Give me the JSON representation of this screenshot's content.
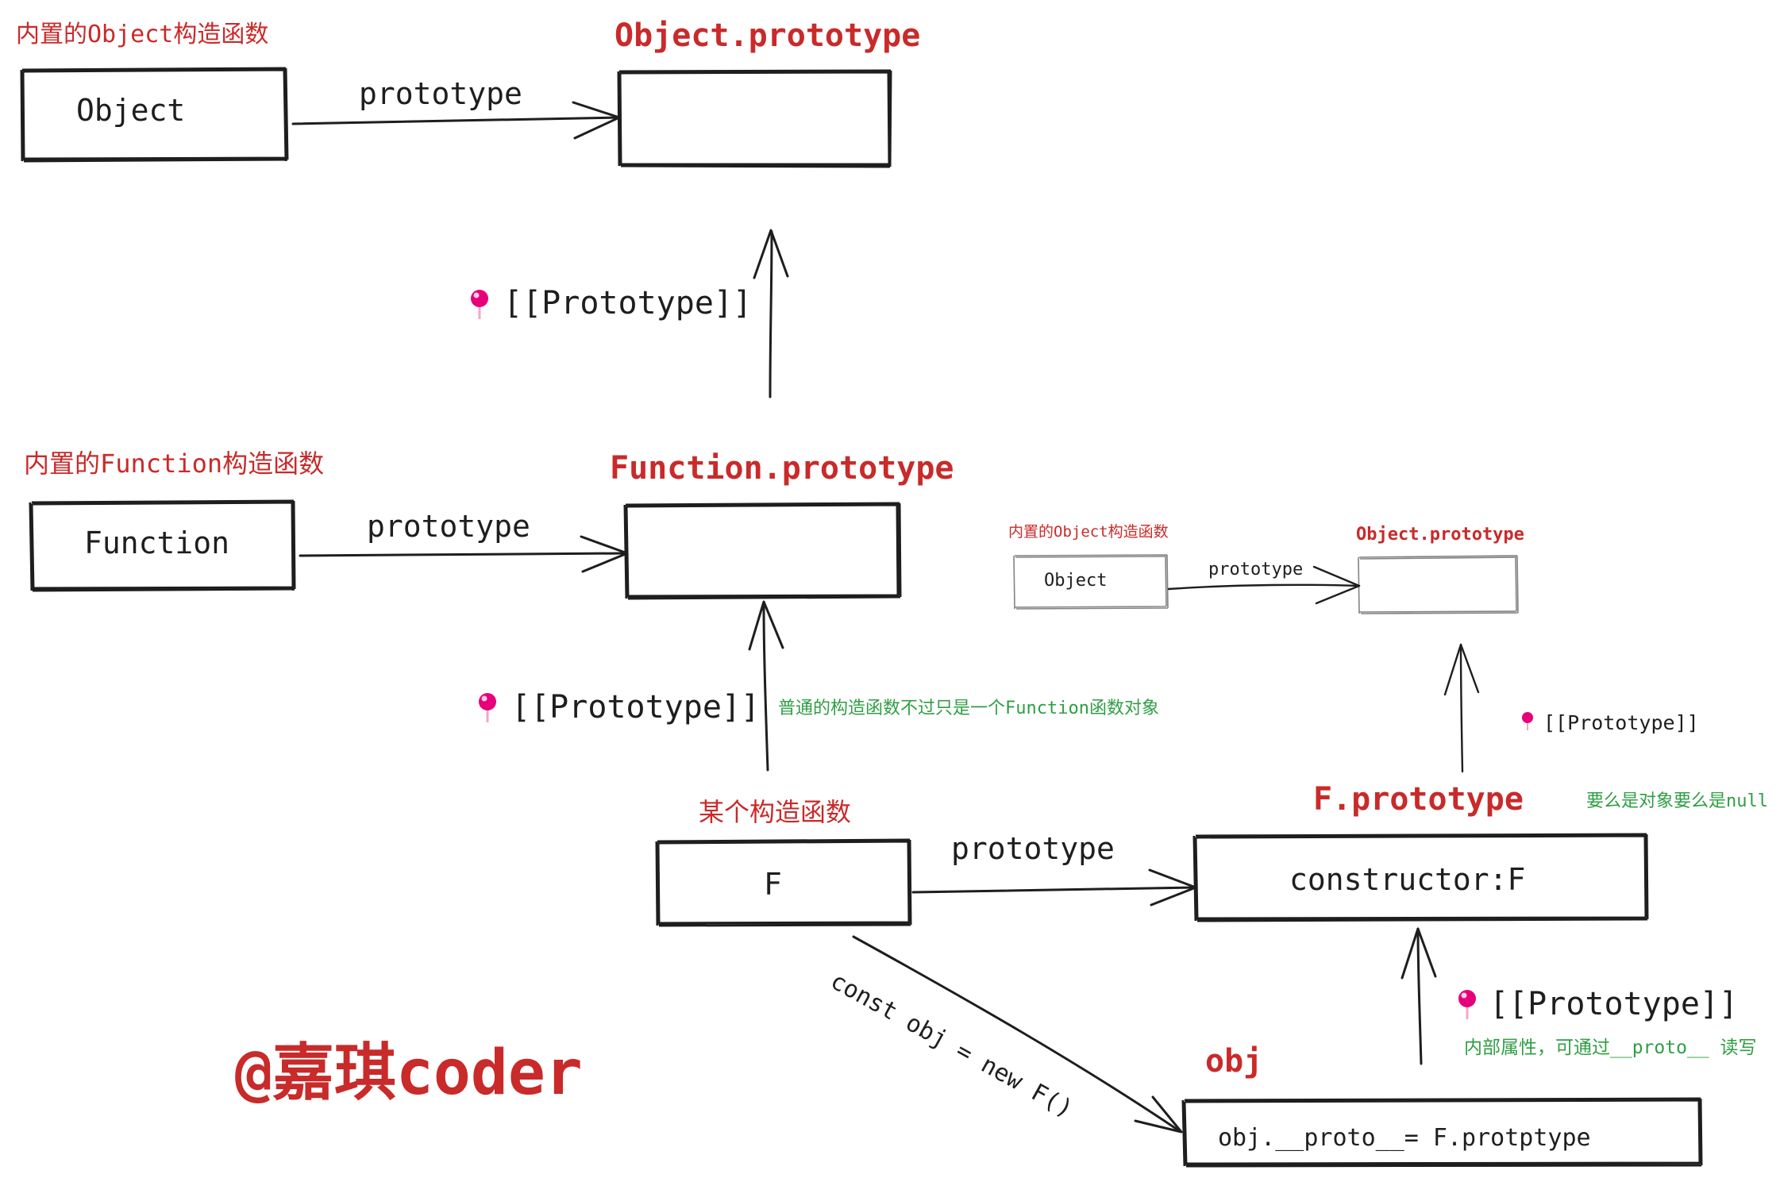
{
  "top": {
    "caption": "内置的Object构造函数",
    "object_label": "Object",
    "proto_title": "Object.prototype",
    "prototype_label": "prototype",
    "link_label": "[[Prototype]]"
  },
  "middle": {
    "caption": "内置的Function构造函数",
    "function_label": "Function",
    "proto_title": "Function.prototype",
    "prototype_label": "prototype",
    "link_label": "[[Prototype]]",
    "note": "普通的构造函数不过只是一个Function函数对象"
  },
  "mini": {
    "caption": "内置的Object构造函数",
    "object_label": "Object",
    "proto_title": "Object.prototype",
    "prototype_label": "prototype",
    "link_label": "[[Prototype]]"
  },
  "ctor": {
    "caption": "某个构造函数",
    "f_label": "F",
    "prototype_label": "prototype",
    "fproto_title": "F.prototype",
    "fproto_content": "constructor:F",
    "fproto_note": "要么是对象要么是null",
    "new_label": "const obj = new F()"
  },
  "obj": {
    "title": "obj",
    "content": "obj.__proto__= F.protptype",
    "link_label": "[[Prototype]]",
    "note": "内部属性，可通过__proto__ 读写"
  },
  "watermark": "@嘉琪coder",
  "colors": {
    "red_text": "#c92a2a",
    "green_text": "#2f9e44",
    "stroke": "#1e1e1e",
    "pin": "#e6007a"
  },
  "icons": [
    "pushpin-icon"
  ]
}
